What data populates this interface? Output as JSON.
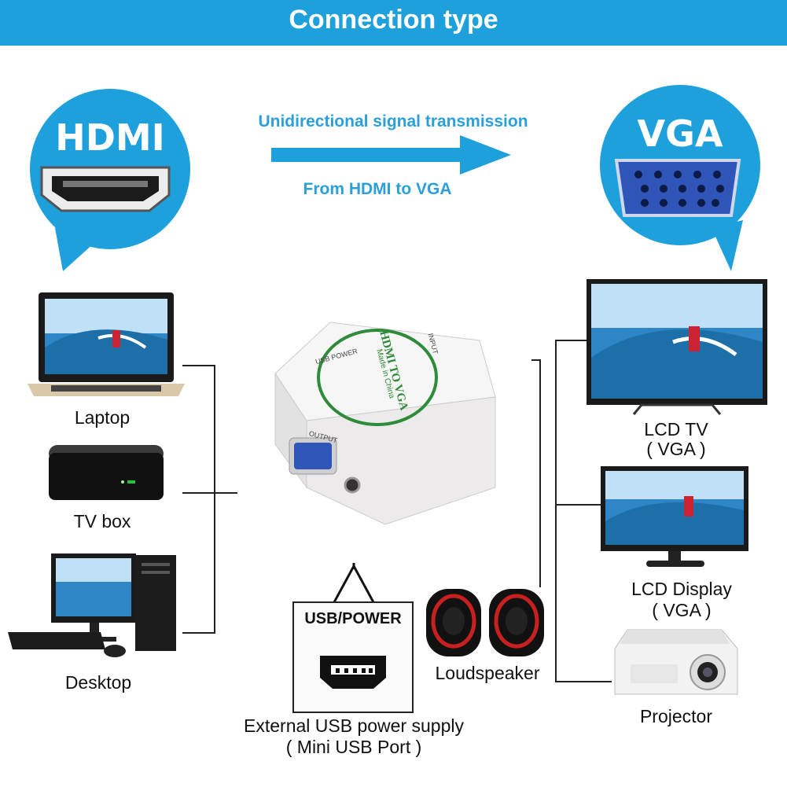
{
  "header": {
    "title": "Connection type"
  },
  "input": {
    "label": "HDMI"
  },
  "output": {
    "label": "VGA"
  },
  "arrow": {
    "top_text": "Unidirectional signal transmission",
    "bottom_text": "From HDMI to VGA"
  },
  "sources": [
    {
      "label": "Laptop"
    },
    {
      "label": "TV box"
    },
    {
      "label": "Desktop"
    }
  ],
  "device": {
    "name": "HDMI TO VGA",
    "made_in": "Made in China",
    "port_input": "INPUT",
    "port_output": "OUTPUT",
    "port_usb": "USB POWER"
  },
  "usb": {
    "box_label": "USB/POWER",
    "caption_line1": "External USB power supply",
    "caption_line2": "( Mini USB Port )"
  },
  "speaker": {
    "label": "Loudspeaker"
  },
  "displays": [
    {
      "line1": "LCD TV",
      "line2": "( VGA )"
    },
    {
      "line1": "LCD Display",
      "line2": "( VGA )"
    },
    {
      "line1": "Projector",
      "line2": ""
    }
  ],
  "colors": {
    "accent": "#1ea0dc",
    "text_blue": "#2b9fda",
    "vga_port": "#2f55b8"
  }
}
